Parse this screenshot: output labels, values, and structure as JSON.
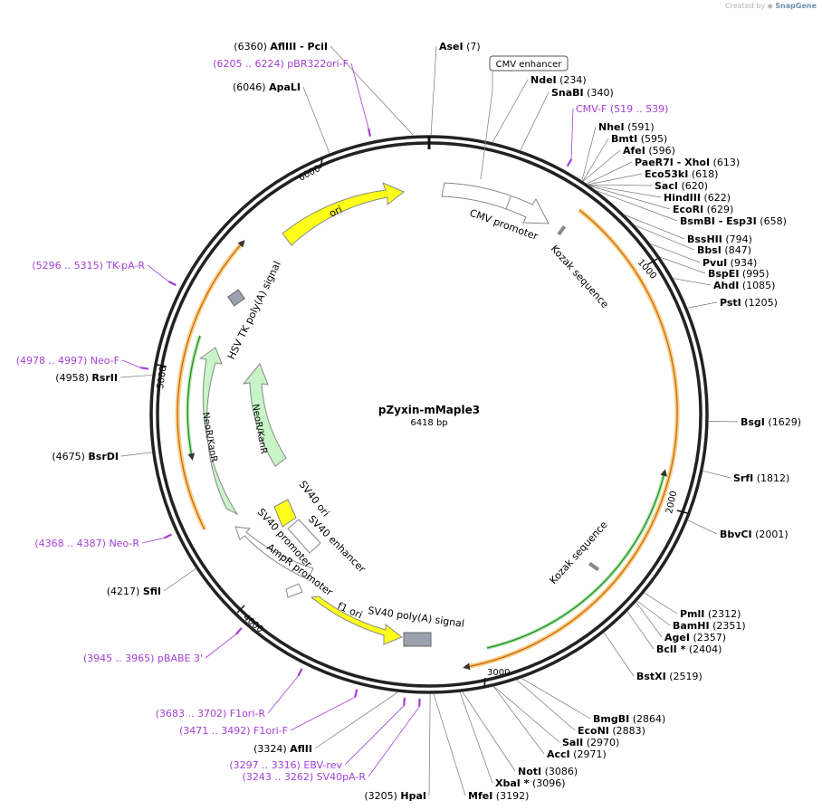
{
  "credit": {
    "prefix": "Created by",
    "brand": "SnapGene"
  },
  "plasmid": {
    "name": "pZyxin-mMaple3",
    "length_label": "6418 bp",
    "length": 6418
  },
  "ticks": [
    "1000",
    "2000",
    "3000",
    "4000",
    "5000",
    "6000"
  ],
  "features": [
    {
      "label": "CMV enhancer",
      "boxed": true
    },
    {
      "label": "CMV promoter"
    },
    {
      "label": "Kozak sequence"
    },
    {
      "label": "Kozak sequence"
    },
    {
      "label": "ori"
    },
    {
      "label": "HSV TK poly(A) signal"
    },
    {
      "label": "NeoR/KanR"
    },
    {
      "label": "NeoR/KanR"
    },
    {
      "label": "SV40 ori"
    },
    {
      "label": "SV40 enhancer"
    },
    {
      "label": "SV40 promoter"
    },
    {
      "label": "AmpR promoter"
    },
    {
      "label": "f1 ori"
    },
    {
      "label": "SV40 poly(A) signal"
    }
  ],
  "sites": [
    {
      "name": "AflIII",
      "name2": "PciI",
      "pos": "(6360)"
    },
    {
      "name": "AseI",
      "pos": "(7)"
    },
    {
      "name": "NdeI",
      "pos": "(234)"
    },
    {
      "name": "SnaBI",
      "pos": "(340)"
    },
    {
      "name": "NheI",
      "pos": "(591)"
    },
    {
      "name": "BmtI",
      "pos": "(595)"
    },
    {
      "name": "AfeI",
      "pos": "(596)"
    },
    {
      "name": "PaeR7I",
      "name2": "XhoI",
      "pos": "(613)"
    },
    {
      "name": "Eco53kI",
      "pos": "(618)"
    },
    {
      "name": "SacI",
      "pos": "(620)"
    },
    {
      "name": "HindIII",
      "pos": "(622)"
    },
    {
      "name": "EcoRI",
      "pos": "(629)"
    },
    {
      "name": "BsmBI",
      "name2": "Esp3I",
      "pos": "(658)"
    },
    {
      "name": "BssHII",
      "pos": "(794)"
    },
    {
      "name": "BbsI",
      "pos": "(847)"
    },
    {
      "name": "PvuI",
      "pos": "(934)"
    },
    {
      "name": "BspEI",
      "pos": "(995)"
    },
    {
      "name": "AhdI",
      "pos": "(1085)"
    },
    {
      "name": "PstI",
      "pos": "(1205)"
    },
    {
      "name": "BsgI",
      "pos": "(1629)"
    },
    {
      "name": "SrfI",
      "pos": "(1812)"
    },
    {
      "name": "BbvCI",
      "pos": "(2001)"
    },
    {
      "name": "PmlI",
      "pos": "(2312)"
    },
    {
      "name": "BamHI",
      "pos": "(2351)"
    },
    {
      "name": "AgeI",
      "pos": "(2357)"
    },
    {
      "name": "BclI *",
      "pos": "(2404)"
    },
    {
      "name": "BstXI",
      "pos": "(2519)"
    },
    {
      "name": "BmgBI",
      "pos": "(2864)"
    },
    {
      "name": "EcoNI",
      "pos": "(2883)"
    },
    {
      "name": "SalI",
      "pos": "(2970)"
    },
    {
      "name": "AccI",
      "pos": "(2971)"
    },
    {
      "name": "NotI",
      "pos": "(3086)"
    },
    {
      "name": "XbaI *",
      "pos": "(3096)"
    },
    {
      "name": "MfeI",
      "pos": "(3192)"
    },
    {
      "name": "HpaI",
      "pos": "(3205)"
    },
    {
      "name": "AflII",
      "pos": "(3324)"
    },
    {
      "name": "SfiI",
      "pos": "(4217)"
    },
    {
      "name": "BsrDI",
      "pos": "(4675)"
    },
    {
      "name": "RsrII",
      "pos": "(4958)"
    },
    {
      "name": "ApaLI",
      "pos": "(6046)"
    }
  ],
  "primers": [
    {
      "range": "(6205 .. 6224)",
      "name": "pBR322ori-F"
    },
    {
      "range": "(519 .. 539)",
      "name": "CMV-F"
    },
    {
      "range": "(5296 .. 5315)",
      "name": "TK-pA-R"
    },
    {
      "range": "(4978 .. 4997)",
      "name": "Neo-F"
    },
    {
      "range": "(4368 .. 4387)",
      "name": "Neo-R"
    },
    {
      "range": "(3945 .. 3965)",
      "name": "pBABE 3'"
    },
    {
      "range": "(3683 .. 3702)",
      "name": "F1ori-R"
    },
    {
      "range": "(3471 .. 3492)",
      "name": "F1ori-F"
    },
    {
      "range": "(3297 .. 3316)",
      "name": "EBV-rev"
    },
    {
      "range": "(3243 .. 3262)",
      "name": "SV40pA-R"
    }
  ],
  "colors": {
    "backbone": "#222222",
    "feature_outline": "#8a8a8a",
    "ori_fill": "#ffff1a",
    "neor_fill": "#c8f5c8",
    "orange_track": "#f5a623",
    "green_track": "#3cb43c",
    "polya_fill": "#9aa3ad",
    "primer": "#a33fd6",
    "site_line": "#777777"
  }
}
